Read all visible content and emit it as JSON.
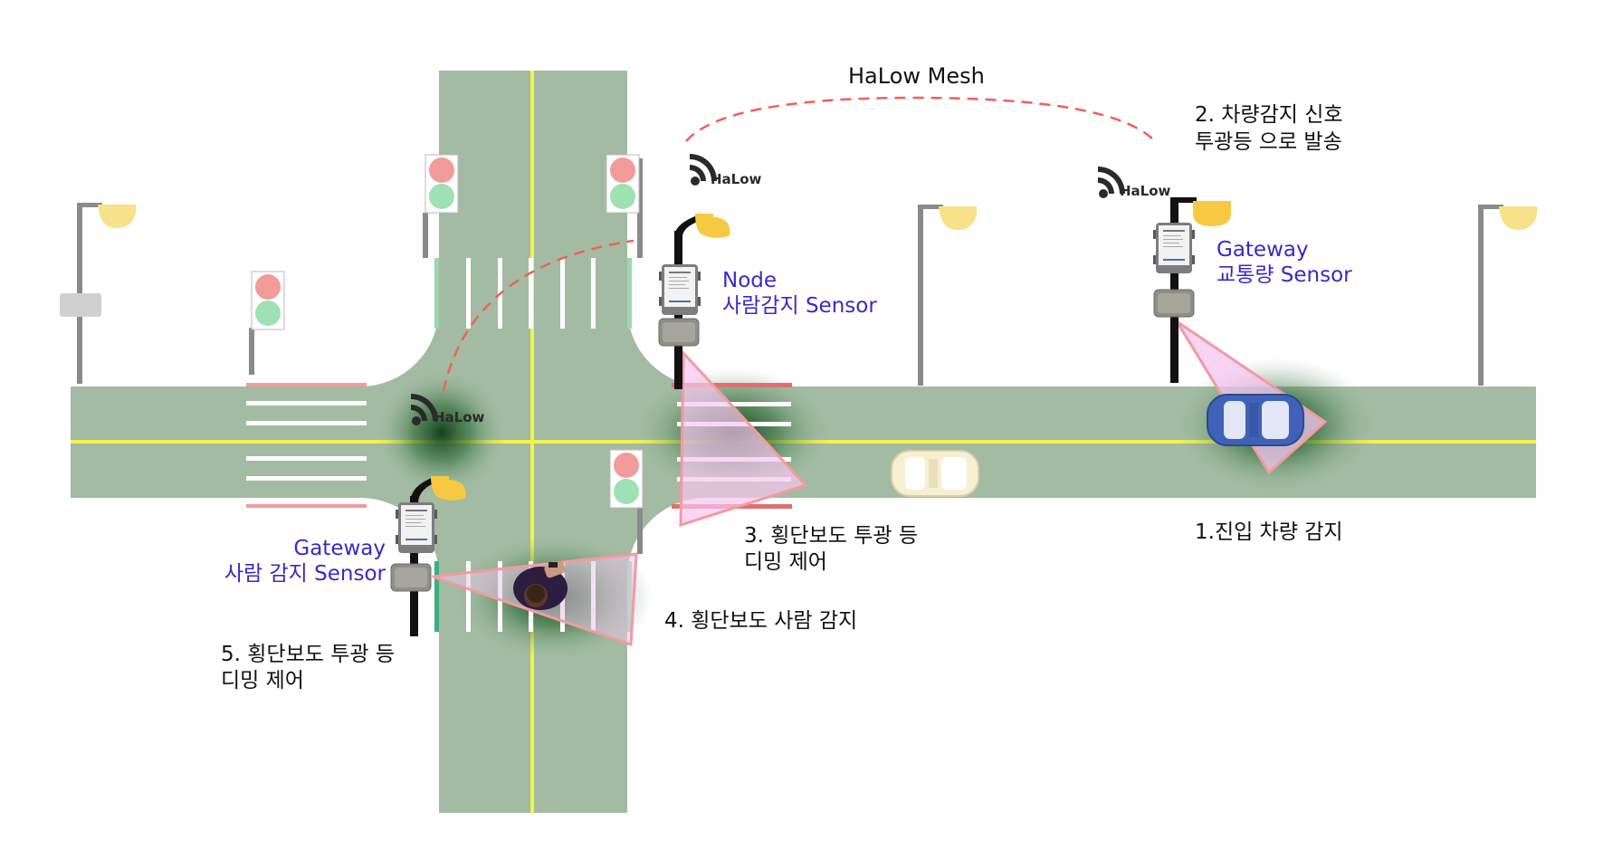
{
  "mesh_label": "HaLow Mesh",
  "halow_brand": "HaLow",
  "nodes": {
    "node": {
      "line1": "Node",
      "line2": "사람감지 Sensor"
    },
    "gateway_traffic": {
      "line1": "Gateway",
      "line2": "교통량 Sensor"
    },
    "gateway_person": {
      "line1": "Gateway",
      "line2": "사람 감지 Sensor"
    }
  },
  "steps": {
    "step1": {
      "line1": "1.진입 차량 감지"
    },
    "step2": {
      "line1": "2. 차량감지 신호",
      "line2": "투광등 으로 발송"
    },
    "step3": {
      "line1": "3. 횡단보도 투광 등",
      "line2": "디밍 제어"
    },
    "step4": {
      "line1": "4. 횡단보도 사람 감지"
    },
    "step5": {
      "line1": "5. 횡단보도 투광 등",
      "line2": "디밍 제어"
    }
  },
  "colors": {
    "road": "#a2bba2",
    "center_line": "#f5f24a",
    "detection_zone": "#f6c6f0",
    "detection_edge": "#f39aa0",
    "mesh_link": "#f0605a",
    "label_blue": "#3a28c8"
  },
  "icons": [
    "halow-logo-icon",
    "street-lamp-icon",
    "traffic-light-icon",
    "sensor-device-icon",
    "car-icon",
    "pedestrian-icon"
  ]
}
